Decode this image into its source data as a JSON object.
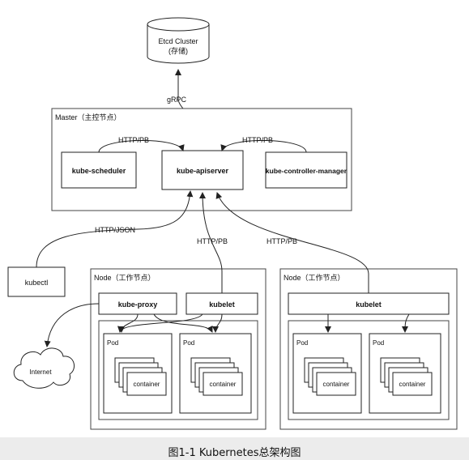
{
  "etcd": {
    "line1": "Etcd Cluster",
    "line2": "(存储)"
  },
  "grpc_label": "gRPC",
  "master": {
    "title": "Master（主控节点）",
    "scheduler": "kube-scheduler",
    "apiserver": "kube-apiserver",
    "controller": "kube-controller-manager",
    "edge_left": "HTTP/PB",
    "edge_right": "HTTP/PB"
  },
  "kubectl": {
    "label": "kubectl",
    "edge": "HTTP/JSON"
  },
  "internet": "Internet",
  "node_left": {
    "title": "Node（工作节点）",
    "kube_proxy": "kube-proxy",
    "kubelet": "kubelet",
    "edge": "HTTP/PB",
    "pods": [
      {
        "label": "Pod",
        "container": "container"
      },
      {
        "label": "Pod",
        "container": "container"
      }
    ]
  },
  "node_right": {
    "title": "Node（工作节点）",
    "kubelet": "kubelet",
    "edge": "HTTP/PB",
    "pods": [
      {
        "label": "Pod",
        "container": "container"
      },
      {
        "label": "Pod",
        "container": "container"
      }
    ]
  },
  "caption": "图1-1 Kubernetes总架构图"
}
